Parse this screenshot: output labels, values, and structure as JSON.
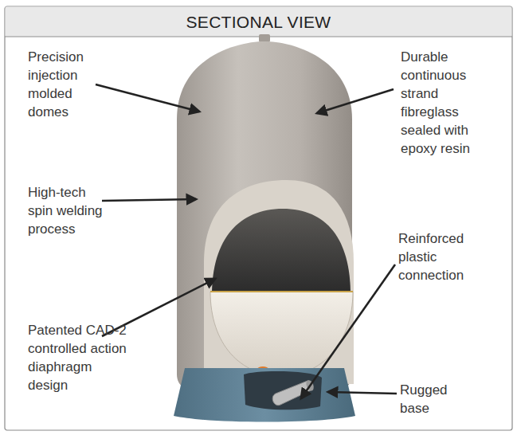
{
  "diagram": {
    "title": "SECTIONAL VIEW",
    "labels": [
      "Precision injection molded domes",
      "Durable continuous strand fibreglass sealed with epoxy resin",
      "High-tech spin welding process",
      "Reinforced plastic connection",
      "Patented CAD-2 controlled action diaphragm design",
      "Rugged base"
    ]
  }
}
